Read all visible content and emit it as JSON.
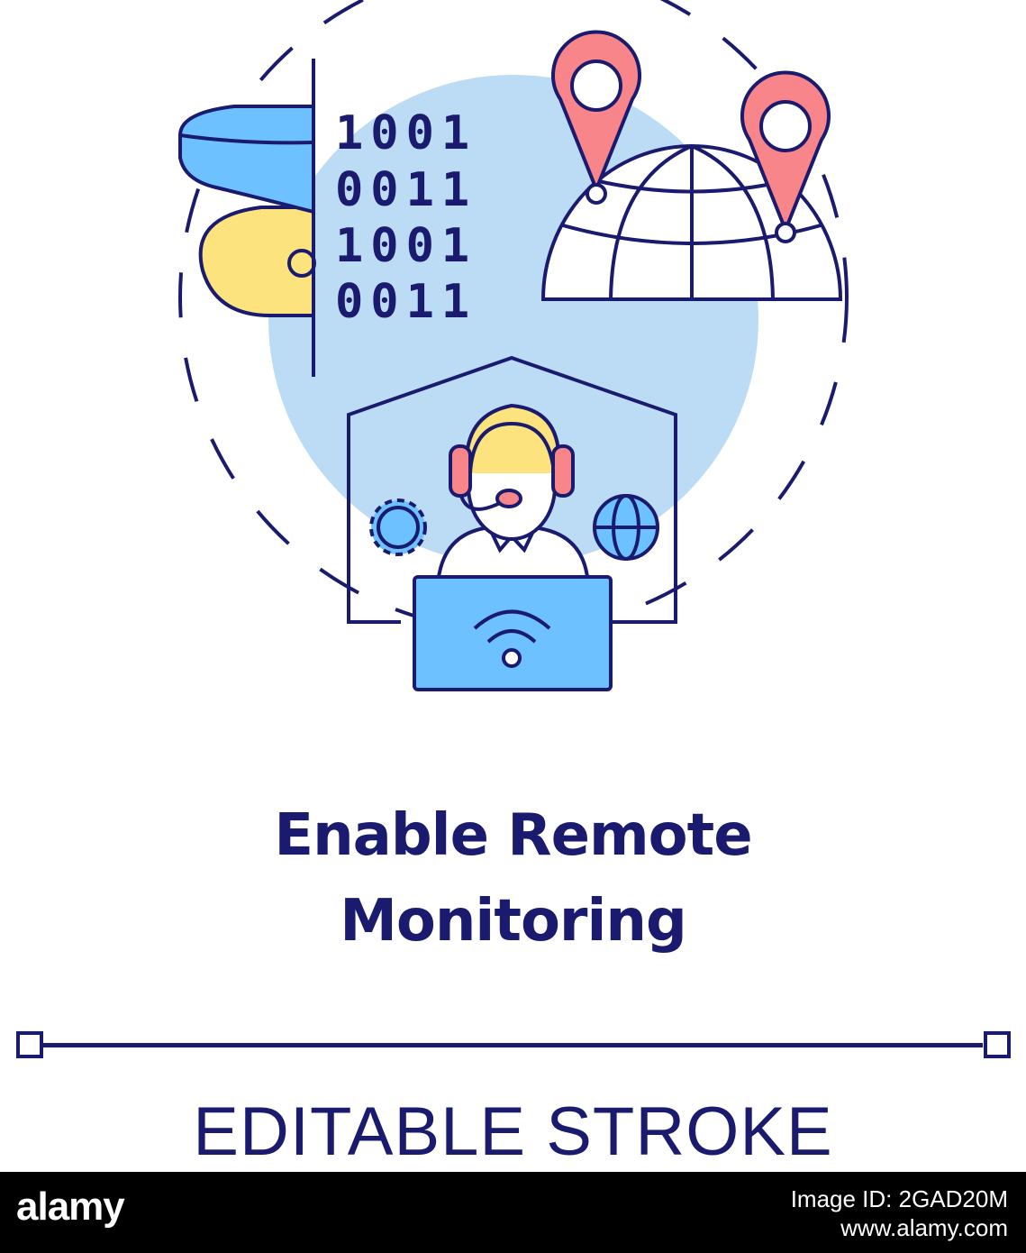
{
  "title": {
    "line1": "Enable Remote",
    "line2": "Monitoring"
  },
  "subtitle": "EDITABLE STROKE",
  "binary": {
    "row1": "1001",
    "row2": "0011",
    "row3": "1001",
    "row4": "0011"
  },
  "footer": {
    "brand": "alamy",
    "image_id": "Image ID: 2GAD20M",
    "url": "www.alamy.com"
  },
  "colors": {
    "outline": "#1a1a6e",
    "blue_fill": "#6ec1ff",
    "light_blue": "#bcdcf6",
    "pin_red": "#f7858a",
    "yellow": "#fce37d",
    "footer_bg": "#000000"
  },
  "icons": [
    "security-camera-icon",
    "location-pin-icon",
    "globe-icon",
    "gear-icon",
    "operator-headset-icon",
    "laptop-icon",
    "wifi-icon",
    "house-icon"
  ]
}
